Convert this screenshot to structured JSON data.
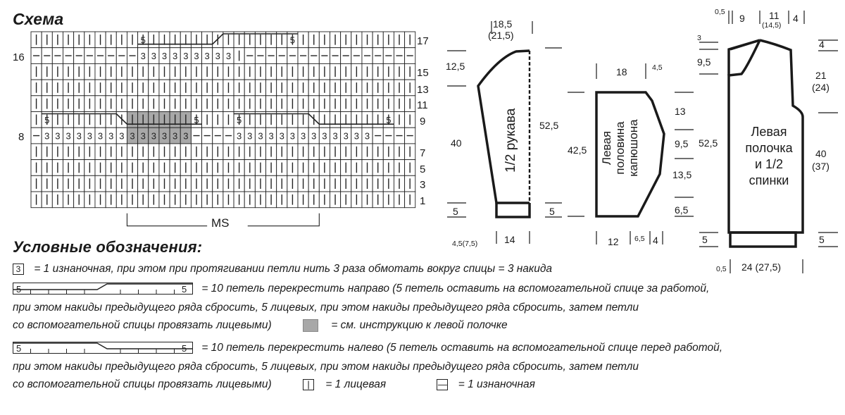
{
  "scheme_title": "Схема",
  "legend_title": "Условные обозначения:",
  "chart": {
    "right_rows": [
      "17",
      "15",
      "13",
      "11",
      "9",
      "7",
      "5",
      "3",
      "1"
    ],
    "left_rows": [
      "16",
      "8"
    ],
    "cross_number": "5",
    "purl_number": "3",
    "ms_label": "MS"
  },
  "legend": {
    "l1_text": "= 1 изнаночная, при этом при протягивании петли нить 3 раза обмотать вокруг спицы = 3 накида",
    "l2_text": "= 10 петель перекрестить направо (5 петель оставить на вспомогательной спице за работой,",
    "l3_text": "при этом накиды предыдущего ряда сбросить, 5 лицевых, при этом накиды предыдущего ряда сбросить, затем петли",
    "l4a_text": "со вспомогательной спицы провязать лицевыми)",
    "l4b_text": "= см. инструкцию к левой полочке",
    "l5_text": "= 10 петель перекрестить налево (5 петель оставить на вспомогательной спице перед работой,",
    "l6_text": "при этом накиды предыдущего ряда сбросить, 5 лицевых, при этом накиды предыдущего ряда сбросить, затем петли",
    "l7a_text": "со вспомогательной спицы провязать лицевыми)",
    "l7b_text": "= 1 лицевая",
    "l7c_text": "= 1 изнаночная"
  },
  "sleeve": {
    "label": "1/2 рукава",
    "top_width": "18,5",
    "top_width_alt": "(21,5)",
    "cap_height": "12,5",
    "left_height": "40",
    "right_height": "52,5",
    "cuff_left": "5",
    "cuff_right": "5",
    "bottom_left": "4,5(7,5)",
    "bottom_width": "14"
  },
  "hood": {
    "label_1": "Левая",
    "label_2": "половина",
    "label_3": "капюшона",
    "top_width": "18",
    "top_small": "4,5",
    "left_height": "42,5",
    "r1": "13",
    "r2": "9,5",
    "r3": "13,5",
    "r4": "6,5",
    "bottom_width": "12",
    "bottom_mid": "6,5",
    "bottom_right": "4"
  },
  "front": {
    "label_1": "Левая",
    "label_2": "полочка",
    "label_3": "и 1/2",
    "label_4": "спинки",
    "top_a": "0,5",
    "top_b": "9",
    "top_c": "11",
    "top_c_alt": "(14,5)",
    "top_d": "4",
    "left_3": "3",
    "left_95": "9,5",
    "left_height": "52,5",
    "left_5": "5",
    "right_4": "4",
    "right_21": "21",
    "right_21_alt": "(24)",
    "right_40": "40",
    "right_40_alt": "(37)",
    "right_5": "5",
    "bottom_a": "0,5",
    "bottom_width": "24 (27,5)"
  },
  "colors": {
    "shade": "#a8a8a8",
    "ink": "#1a1a1a"
  }
}
